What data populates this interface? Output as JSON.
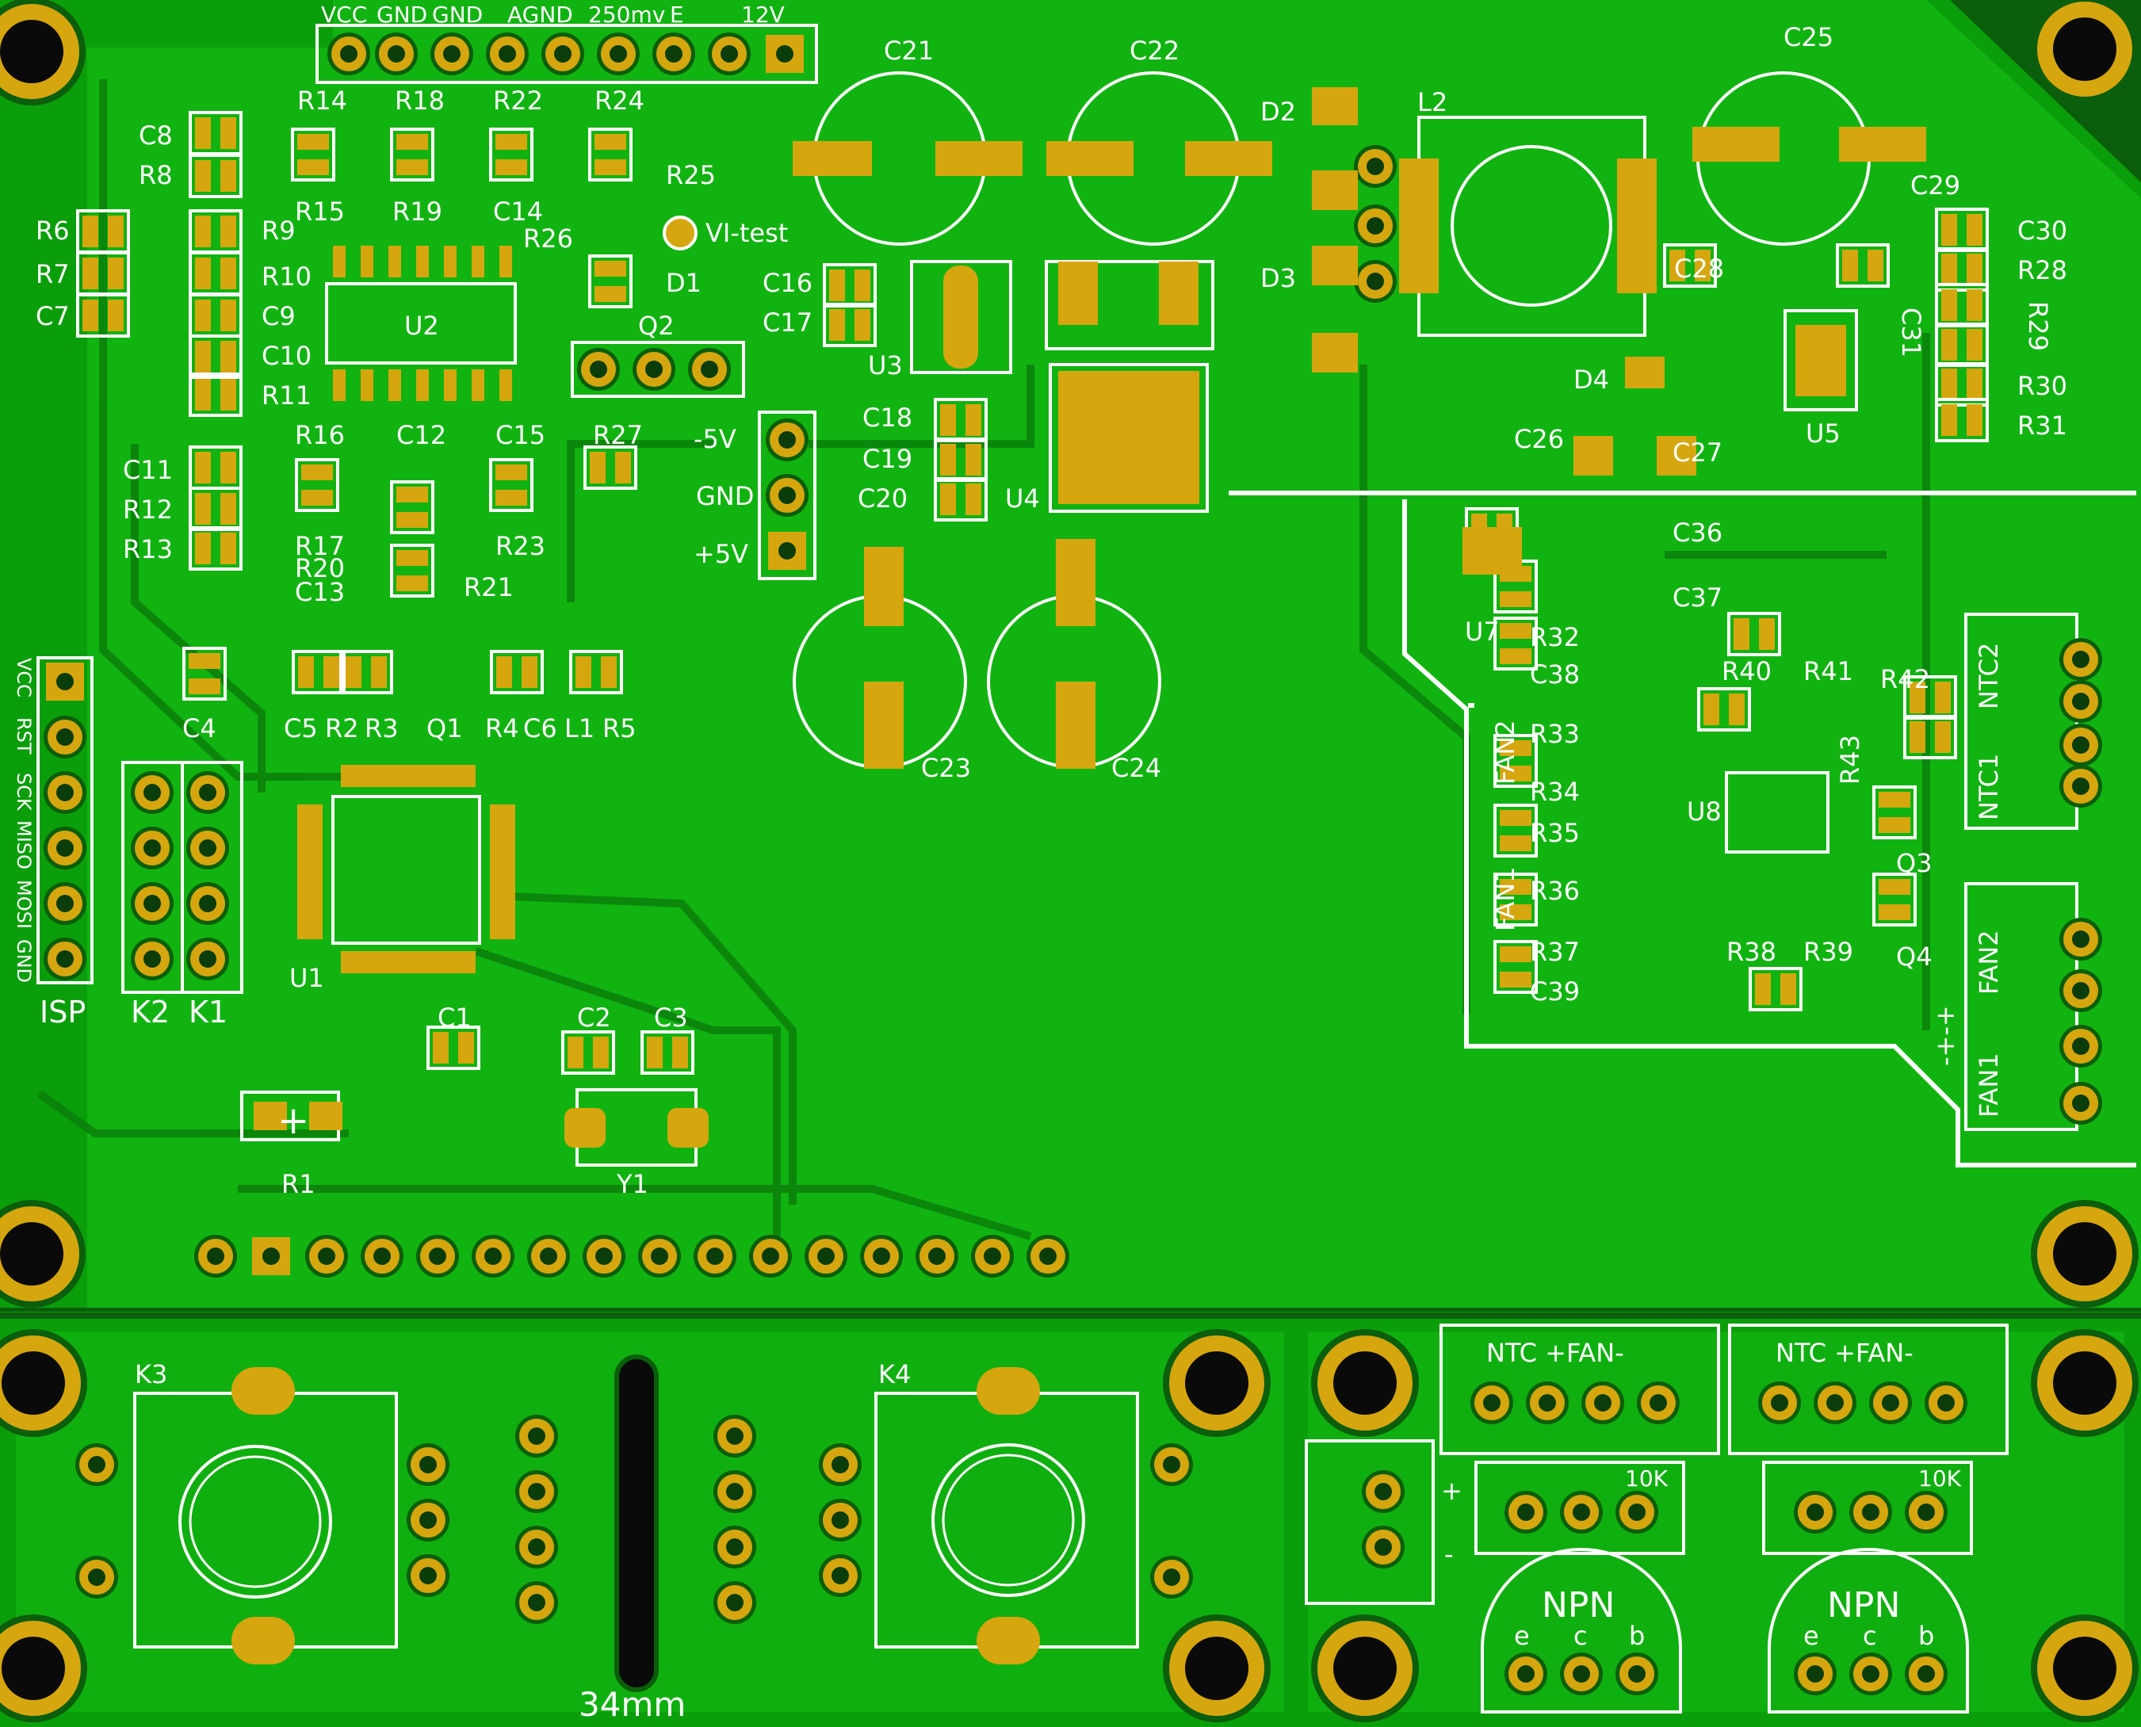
{
  "colors": {
    "board": "#0a9e0a",
    "copper": "#17c417",
    "edge": "#0b5e0b",
    "pad": "#d6a60f",
    "hole": "#0a0a0a",
    "silk": "#ffffff",
    "dark": "#046b04"
  },
  "header_top": [
    "VCC",
    "GND",
    "GND",
    "AGND",
    "250mv",
    "E",
    "12V"
  ],
  "isp_pins": [
    "VCC",
    "RST",
    "SCK",
    "MISO",
    "MOSI",
    "GND"
  ],
  "power_labels": [
    "-5V",
    "GND",
    "+5V"
  ],
  "test_point": "VI-test",
  "bottom_label": "34mm",
  "fan_label_ext": "-+-+",
  "bottom_headers": [
    "NTC +FAN-",
    "NTC +FAN-"
  ],
  "npn": {
    "name": "NPN",
    "pins": [
      "e",
      "c",
      "b"
    ]
  },
  "pot": "10K",
  "polarity": {
    "plus": "+",
    "minus": "-"
  },
  "labels": {
    "ISP": "ISP",
    "K2": "K2",
    "K1": "K1",
    "K3": "K3",
    "K4": "K4",
    "FAN1": "FAN1",
    "FAN2": "FAN2",
    "NTC1": "NTC1",
    "NTC2": "NTC2",
    "C1": "C1",
    "C2": "C2",
    "C3": "C3",
    "C4": "C4",
    "C5": "C5",
    "C6": "C6",
    "C7": "C7",
    "C8": "C8",
    "C9": "C9",
    "C10": "C10",
    "C11": "C11",
    "C12": "C12",
    "C13": "C13",
    "C14": "C14",
    "C15": "C15",
    "C16": "C16",
    "C17": "C17",
    "C18": "C18",
    "C19": "C19",
    "C20": "C20",
    "C21": "C21",
    "C22": "C22",
    "C23": "C23",
    "C24": "C24",
    "C25": "C25",
    "C26": "C26",
    "C27": "C27",
    "C28": "C28",
    "C29": "C29",
    "C30": "C30",
    "C31": "C31",
    "C36": "C36",
    "C37": "C37",
    "C38": "C38",
    "C39": "C39",
    "R1": "R1",
    "R2": "R2",
    "R3": "R3",
    "R4": "R4",
    "R5": "R5",
    "R6": "R6",
    "R7": "R7",
    "R8": "R8",
    "R9": "R9",
    "R10": "R10",
    "R11": "R11",
    "R12": "R12",
    "R13": "R13",
    "R14": "R14",
    "R15": "R15",
    "R16": "R16",
    "R17": "R17",
    "R18": "R18",
    "R19": "R19",
    "R20": "R20",
    "R21": "R21",
    "R22": "R22",
    "R23": "R23",
    "R24": "R24",
    "R25": "R25",
    "R26": "R26",
    "R27": "R27",
    "R28": "R28",
    "R29": "R29",
    "R30": "R30",
    "R31": "R31",
    "R32": "R32",
    "R33": "R33",
    "R34": "R34",
    "R35": "R35",
    "R36": "R36",
    "R37": "R37",
    "R38": "R38",
    "R39": "R39",
    "R40": "R40",
    "R41": "R41",
    "R42": "R42",
    "R43": "R43",
    "U1": "U1",
    "U2": "U2",
    "U3": "U3",
    "U4": "U4",
    "U5": "U5",
    "U7": "U7",
    "U8": "U8",
    "Q1": "Q1",
    "Q2": "Q2",
    "Q3": "Q3",
    "Q4": "Q4",
    "D1": "D1",
    "D2": "D2",
    "D3": "D3",
    "D4": "D4",
    "L1": "L1",
    "L2": "L2",
    "Y1": "Y1"
  }
}
